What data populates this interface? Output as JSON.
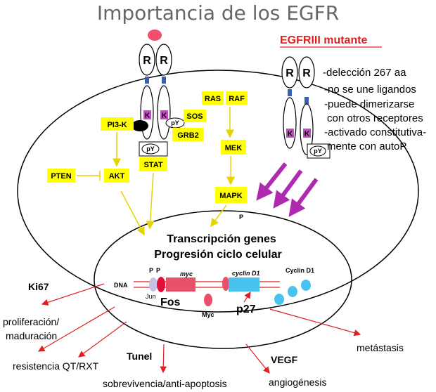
{
  "title": "Importancia de los EGFR",
  "mutant": {
    "label": "EGFRIII mutante",
    "color": "#e02020",
    "notes": [
      "-delección 267 aa",
      "-no se une ligandos",
      "-puede dimerizarse",
      "con otros receptores",
      "-activado constitutiva-",
      "mente con autoP"
    ]
  },
  "receptor": {
    "subunit": "R",
    "kinase": "K",
    "phospho": "pY"
  },
  "pathway_boxes": {
    "pi3k": "PI3-K",
    "sos": "SOS",
    "grb2": "GRB2",
    "ras": "RAS",
    "raf": "RAF",
    "mek": "MEK",
    "mapk": "MAPK",
    "pten": "PTEN",
    "akt": "AKT",
    "stat": "STAT"
  },
  "phospho_p": "P",
  "nucleus": {
    "line1": "Transcripción genes",
    "line2": "Progresión ciclo celular",
    "dna": "DNA",
    "p1": "P",
    "p2": "P",
    "jun": "Jun",
    "fos": "Fos",
    "myc_gene": "myc",
    "myc_protein": "Myc",
    "cyclin_gene": "cyclin D1",
    "cyclin_protein": "Cyclin D1",
    "p27": "p27"
  },
  "markers": {
    "ki67": "Ki67",
    "tunel": "Tunel",
    "vegf": "VEGF"
  },
  "outcomes": {
    "prolif_1": "proliferación/",
    "prolif_2": "maduración",
    "resist": "resistencia QT/RXT",
    "surv": "sobrevivencia/anti-apoptosis",
    "angio": "angiogénesis",
    "meta": "metástasis"
  },
  "colors": {
    "box_fill": "#ffff00",
    "arrow_yellow": "#e6d400",
    "arrow_red": "#e02020",
    "arrow_purple": "#b02ab0",
    "kinase": "#c04cc0",
    "tm_blue": "#3a5fb0",
    "gene_pink": "#e9506a",
    "gene_cyan": "#49c3ee",
    "ligand": "#f0506e"
  }
}
